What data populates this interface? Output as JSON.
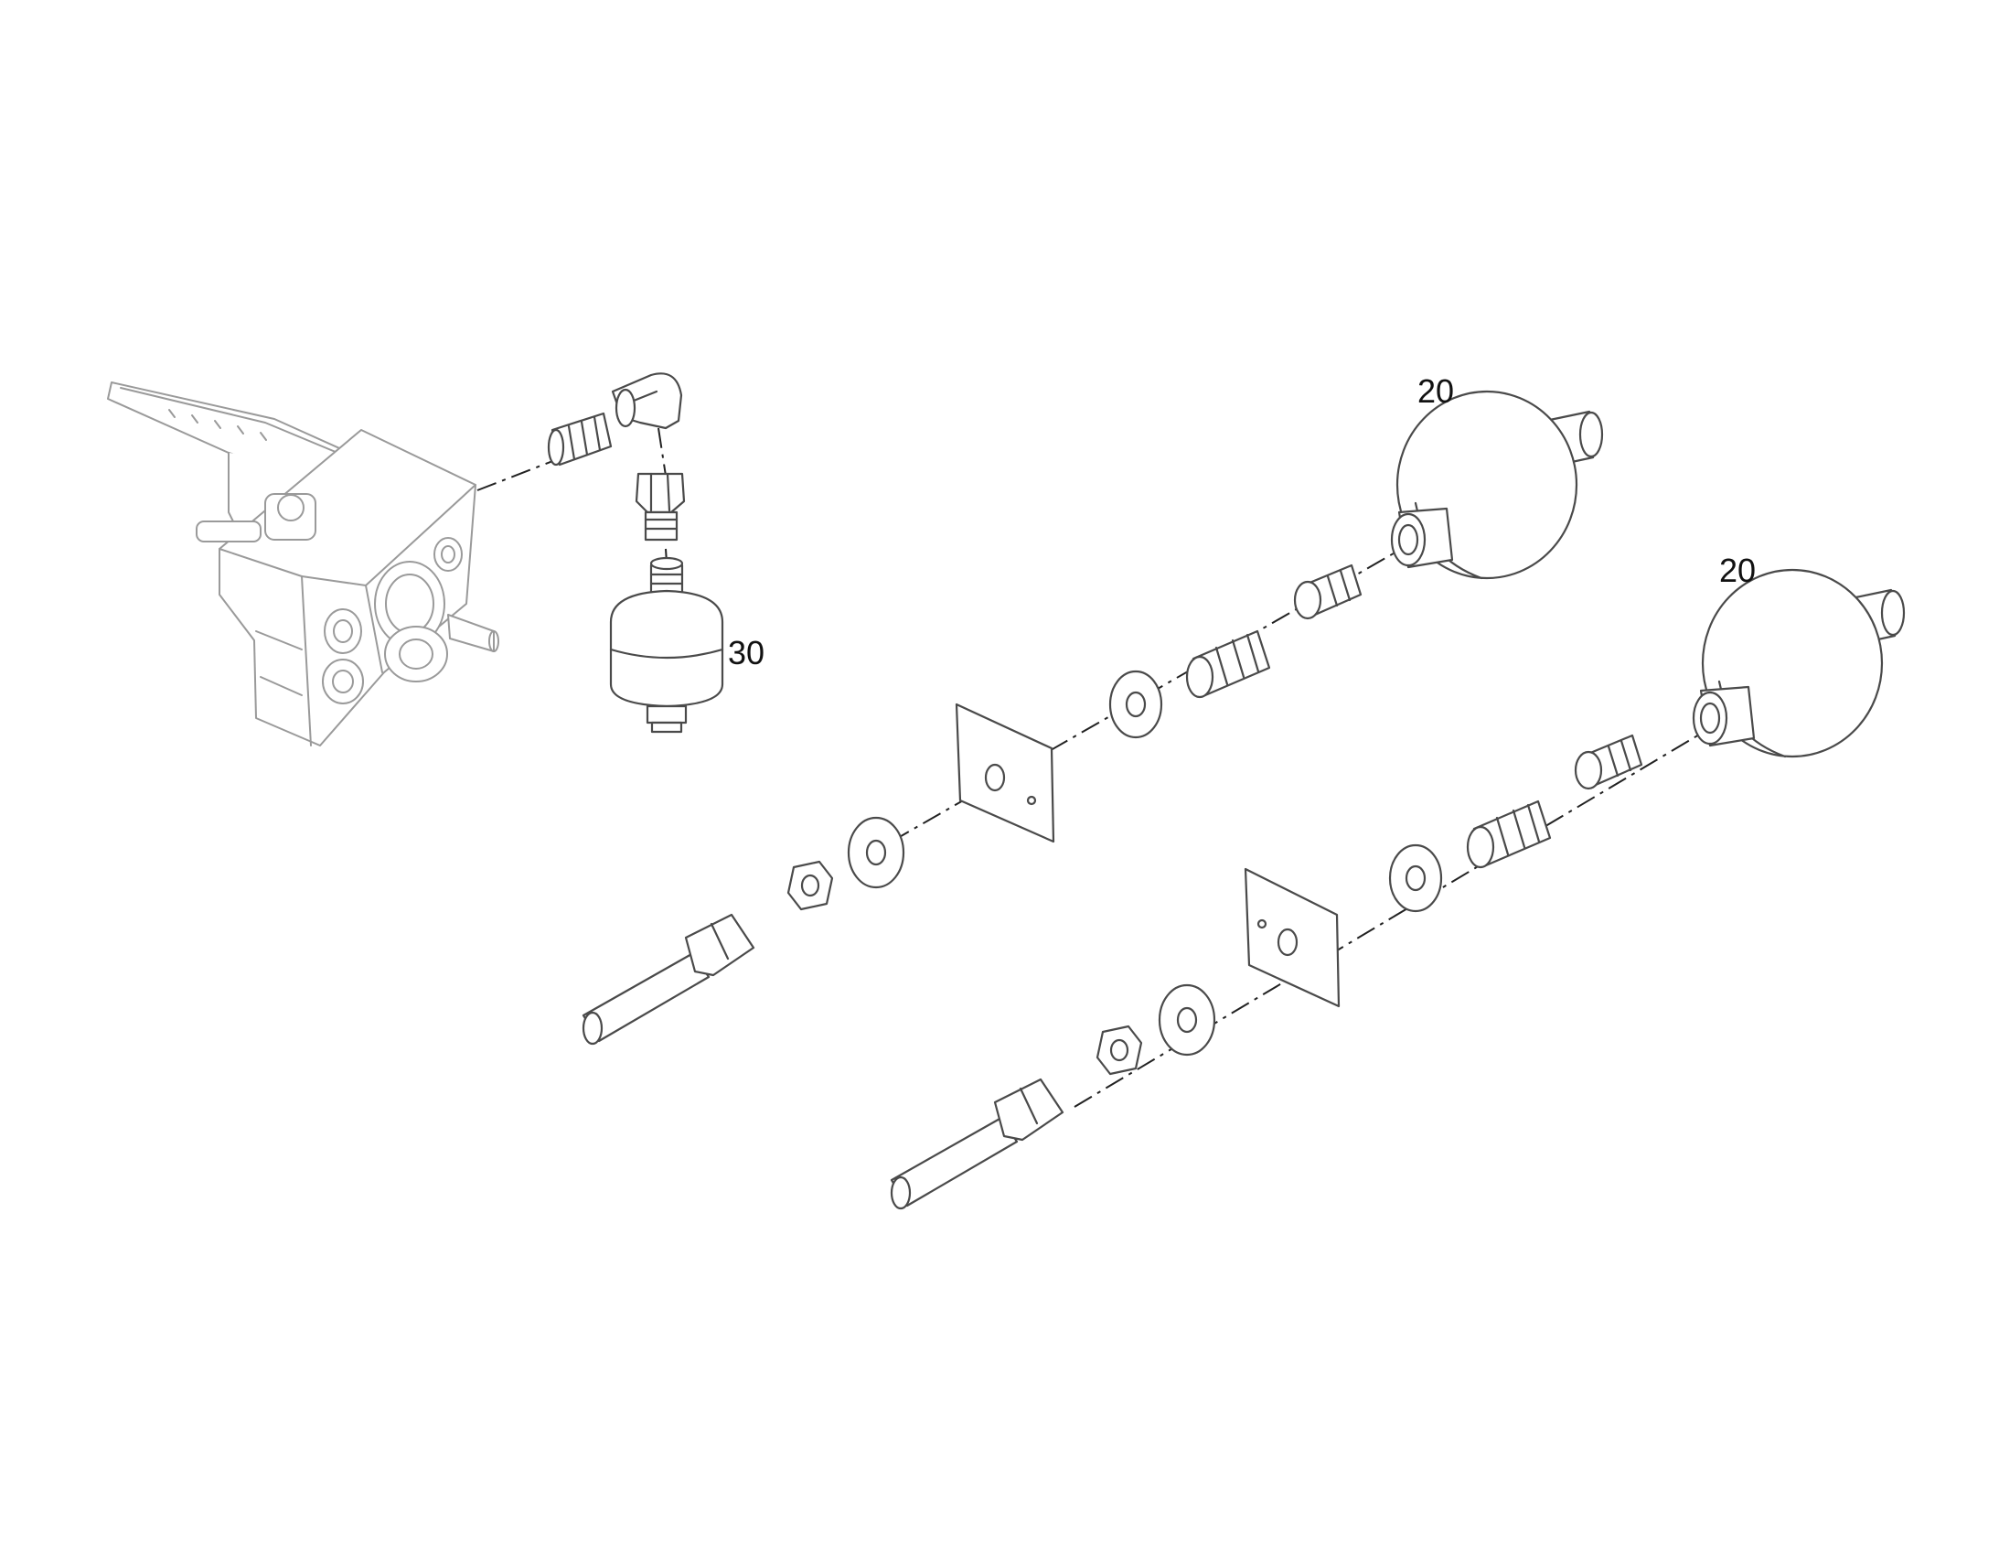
{
  "diagram": {
    "callouts": [
      {
        "id": "accumulator-upper",
        "label": "20"
      },
      {
        "id": "accumulator-lower",
        "label": "20"
      },
      {
        "id": "accumulator-small",
        "label": "30"
      }
    ]
  }
}
